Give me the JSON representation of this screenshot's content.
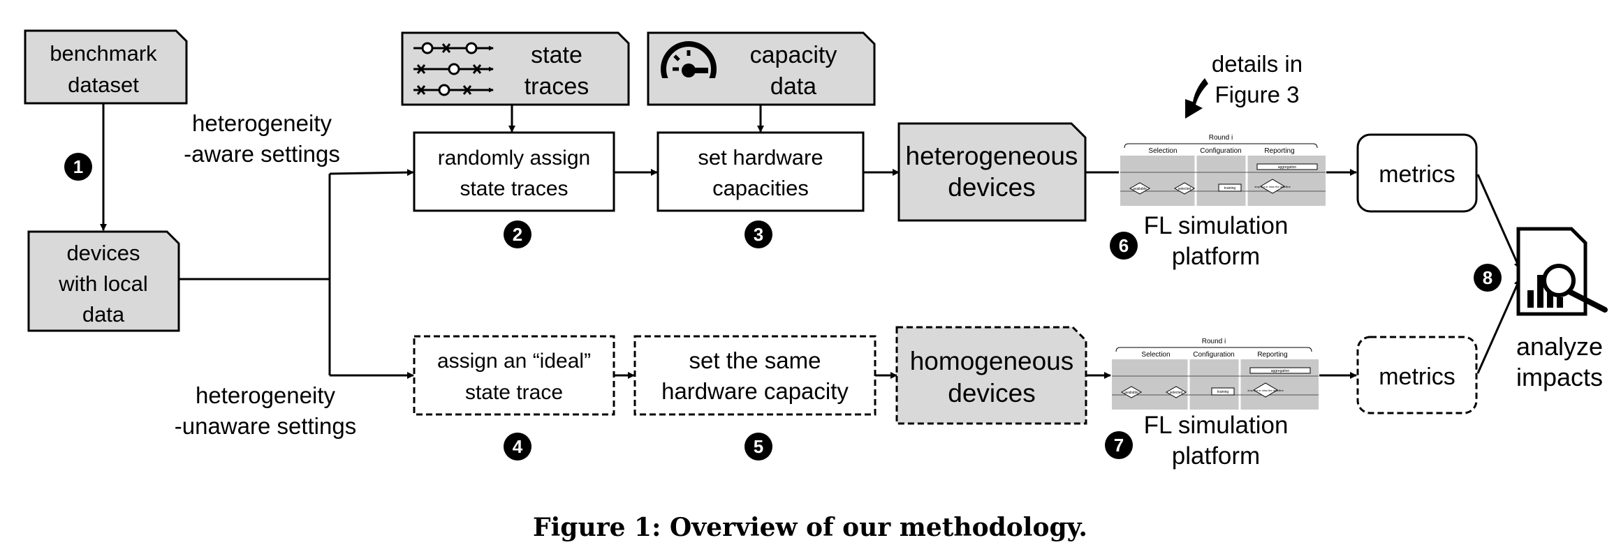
{
  "nodes": {
    "benchmark": [
      "benchmark",
      "dataset"
    ],
    "devices": [
      "devices",
      "with local",
      "data"
    ],
    "state_traces_doc": [
      "state",
      "traces"
    ],
    "capacity_doc": [
      "capacity",
      "data"
    ],
    "random_assign": [
      "randomly assign",
      "state traces"
    ],
    "set_hw": [
      "set hardware",
      "capacities"
    ],
    "hetero_devices": [
      "heterogeneous",
      "devices"
    ],
    "ideal_assign": [
      "assign an “ideal”",
      "state trace"
    ],
    "same_hw": [
      "set the same",
      "hardware capacity"
    ],
    "homo_devices": [
      "homogeneous",
      "devices"
    ],
    "metrics_top": "metrics",
    "metrics_bottom": "metrics",
    "analyze": [
      "analyze",
      "impacts"
    ]
  },
  "labels": {
    "hetero_aware": [
      "heterogeneity",
      "-aware settings"
    ],
    "hetero_unaware": [
      "heterogeneity",
      "-unaware settings"
    ],
    "details": [
      "details in",
      "Figure 3"
    ],
    "fl_top": [
      "FL simulation",
      "platform"
    ],
    "fl_bottom": [
      "FL simulation",
      "platform"
    ]
  },
  "thumbnail": {
    "round": "Round i",
    "phases": [
      "Selection",
      "Configuration",
      "Reporting"
    ],
    "small": [
      "available",
      "selected",
      "training",
      "aggregation",
      "drop out or miss the deadline"
    ]
  },
  "steps": [
    "1",
    "2",
    "3",
    "4",
    "5",
    "6",
    "7",
    "8"
  ],
  "caption": "Figure 1: Overview of our methodology."
}
